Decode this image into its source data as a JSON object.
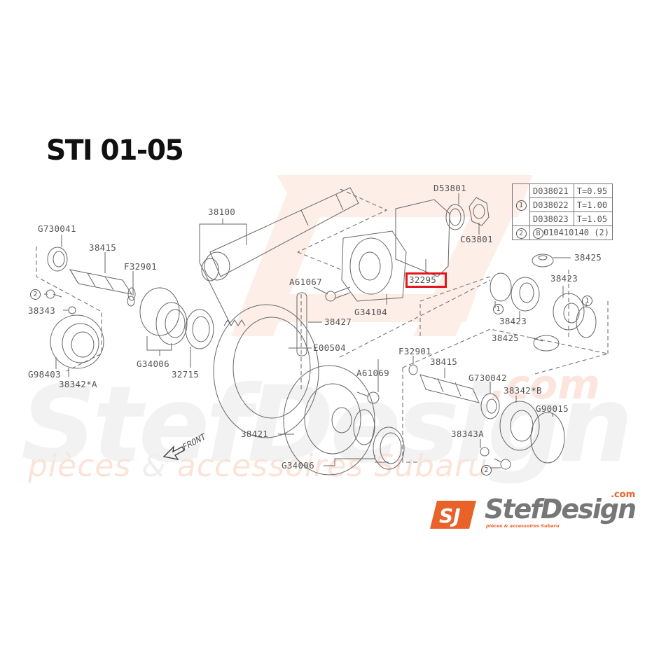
{
  "title": "STI 01-05",
  "watermark": {
    "brand": "StefDesign",
    "com": ".com",
    "tagline_1": "pièces",
    "tagline_amp": "&",
    "tagline_2": "accessoires",
    "tagline_3": "Subaru"
  },
  "spec_table": {
    "rows": [
      {
        "ref": "1",
        "part": "D038021",
        "value": "T=0.95"
      },
      {
        "ref": "",
        "part": "D038022",
        "value": "T=1.00"
      },
      {
        "ref": "",
        "part": "D038023",
        "value": "T=1.05"
      },
      {
        "ref": "2",
        "part": "B 010410140 (2)",
        "value": ""
      }
    ],
    "ref_1": "1",
    "ref_2": "2",
    "r1_part": "D038021",
    "r1_val": "T=0.95",
    "r2_part": "D038022",
    "r2_val": "T=1.00",
    "r3_part": "D038023",
    "r3_val": "T=1.05",
    "r4_circle": "B",
    "r4_part": "010410140 (2)"
  },
  "labels": {
    "g730041": "G730041",
    "p38415_left": "38415",
    "f32901_left": "F32901",
    "ref2_left": "2",
    "p38343": "38343",
    "g98403": "G98403",
    "p38342a": "38342*A",
    "g34006_left": "G34006",
    "p32715": "32715",
    "p38100": "38100",
    "a61067": "A61067",
    "p38427": "38427",
    "e00504": "E00504",
    "g34104": "G34104",
    "p32295": "32295",
    "d53801": "D53801",
    "c63801": "C63801",
    "p38425_top": "38425",
    "p38423_right": "38423",
    "ref1_left": "1",
    "p38423_left": "38423",
    "ref1_right": "1",
    "p38425_bottom": "38425",
    "a61069": "A61069",
    "f32901_right": "F32901",
    "p38415_right": "38415",
    "g730042": "G730042",
    "p38342b": "38342*B",
    "g90015": "G90015",
    "p38343a": "38343A",
    "ref2_right": "2",
    "p38421": "38421",
    "g34006_right": "G34006",
    "front": "FRONT"
  },
  "highlighted_part": "32295",
  "colors": {
    "highlight": "#e3141b",
    "brand_orange": "#e8622a",
    "line": "#666666"
  },
  "logo": {
    "mark": "SJ",
    "name": "StefDesign",
    "com": ".com",
    "tagline": "pièces & accessoires Subaru"
  }
}
